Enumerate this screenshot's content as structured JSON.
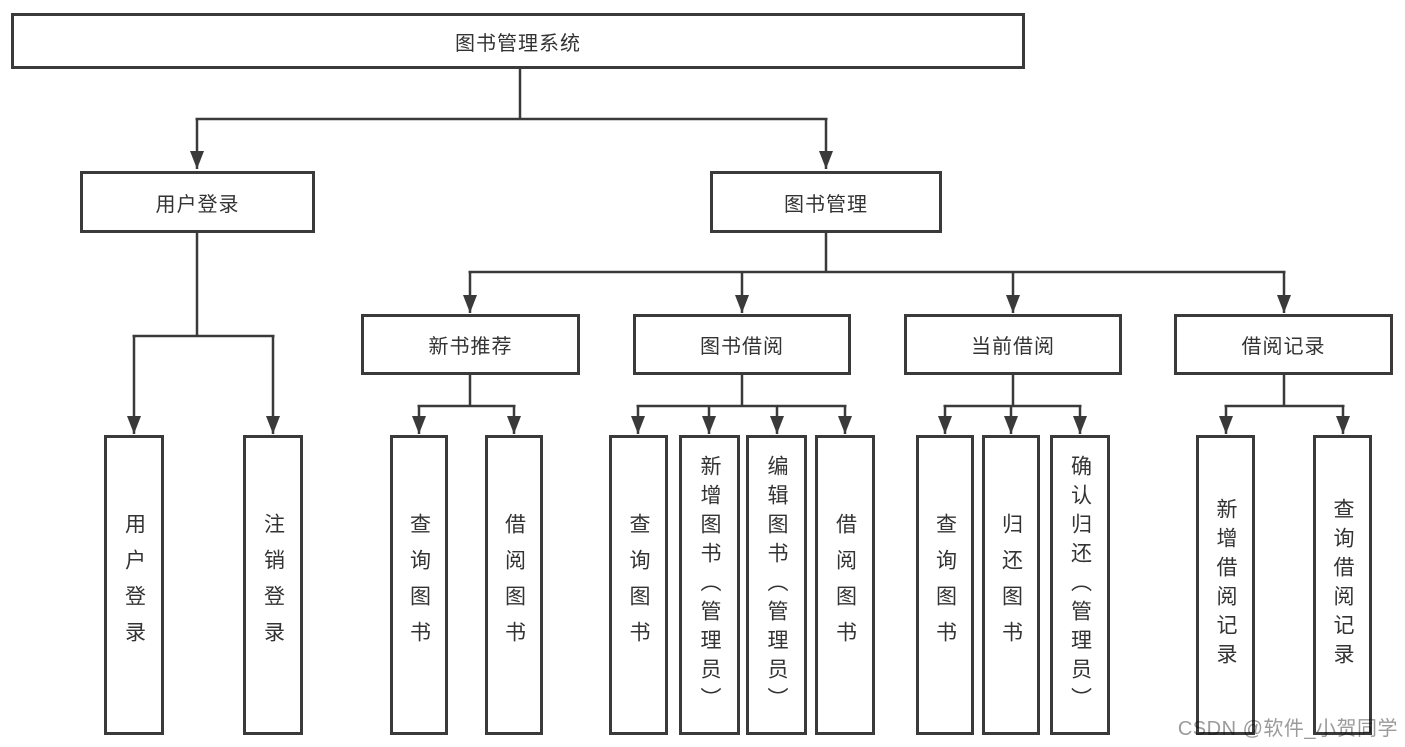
{
  "diagram": {
    "tree": {
      "label": "图书管理系统",
      "children": [
        {
          "label": "用户登录",
          "children": [
            {
              "label": "用户登录"
            },
            {
              "label": "注销登录"
            }
          ]
        },
        {
          "label": "图书管理",
          "children": [
            {
              "label": "新书推荐",
              "children": [
                {
                  "label": "查询图书"
                },
                {
                  "label": "借阅图书"
                }
              ]
            },
            {
              "label": "图书借阅",
              "children": [
                {
                  "label": "查询图书"
                },
                {
                  "label": "新增图书（管理员）"
                },
                {
                  "label": "编辑图书（管理员）"
                },
                {
                  "label": "借阅图书"
                }
              ]
            },
            {
              "label": "当前借阅",
              "children": [
                {
                  "label": "查询图书"
                },
                {
                  "label": "归还图书"
                },
                {
                  "label": "确认归还（管理员）"
                }
              ]
            },
            {
              "label": "借阅记录",
              "children": [
                {
                  "label": "新增借阅记录"
                },
                {
                  "label": "查询借阅记录"
                }
              ]
            }
          ]
        }
      ]
    },
    "colors": {
      "line": "#3a3a3a",
      "box_border": "#3a3a3a",
      "text": "#333333",
      "background": "#ffffff",
      "watermark": "#9b9b9b"
    }
  },
  "watermark": {
    "text": "CSDN @软件_小贺同学"
  }
}
